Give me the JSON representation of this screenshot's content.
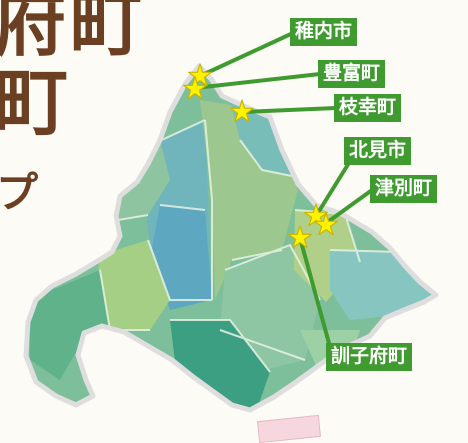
{
  "title": {
    "line1": "府町",
    "line2": "町",
    "line3": "プ"
  },
  "colors": {
    "label_bg": "#3f9a2f",
    "label_text": "#ffffff",
    "title_text": "#6b3f22",
    "star_fill": "#fff200",
    "land_border": "#dedede"
  },
  "markers": [
    {
      "name": "稚内市",
      "icon": "star-icon"
    },
    {
      "name": "豊富町",
      "icon": "star-icon"
    },
    {
      "name": "枝幸町",
      "icon": "star-icon"
    },
    {
      "name": "北見市",
      "icon": "star-icon"
    },
    {
      "name": "津別町",
      "icon": "star-icon"
    },
    {
      "name": "訓子府町",
      "icon": "star-icon"
    }
  ]
}
